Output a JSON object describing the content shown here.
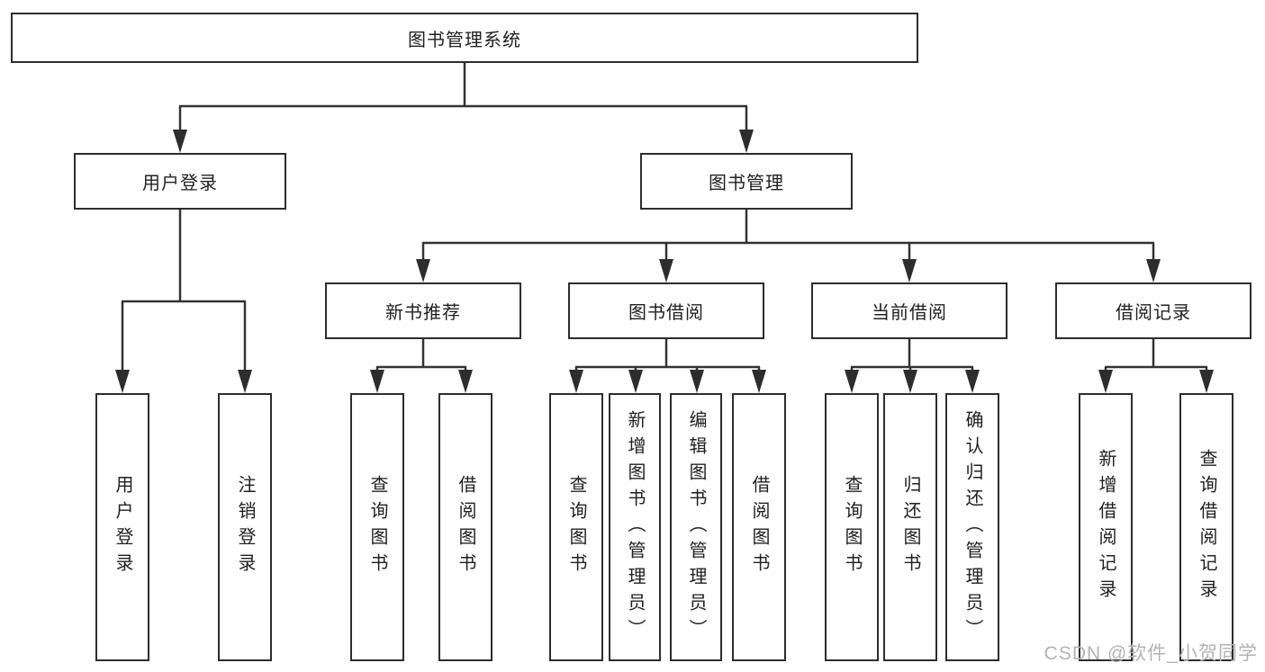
{
  "diagram_title": "图书管理系统",
  "nodes": {
    "root": "图书管理系统",
    "level2": [
      "用户登录",
      "图书管理"
    ],
    "level3": [
      "新书推荐",
      "图书借阅",
      "当前借阅",
      "借阅记录"
    ],
    "leaves": [
      "用户登录",
      "注销登录",
      "查询图书",
      "借阅图书",
      "查询图书",
      "新增图书（管理员）",
      "编辑图书（管理员）",
      "借阅图书",
      "查询图书",
      "归还图书",
      "确认归还（管理员）",
      "新增借阅记录",
      "查询借阅记录"
    ]
  },
  "watermark": {
    "text": "CSDN @软件_小贺同学",
    "color": "#b3b3b3"
  },
  "colors": {
    "line": "#333333",
    "border": "#2d2d2d",
    "text": "#1f1f1f",
    "background": "#ffffff"
  }
}
